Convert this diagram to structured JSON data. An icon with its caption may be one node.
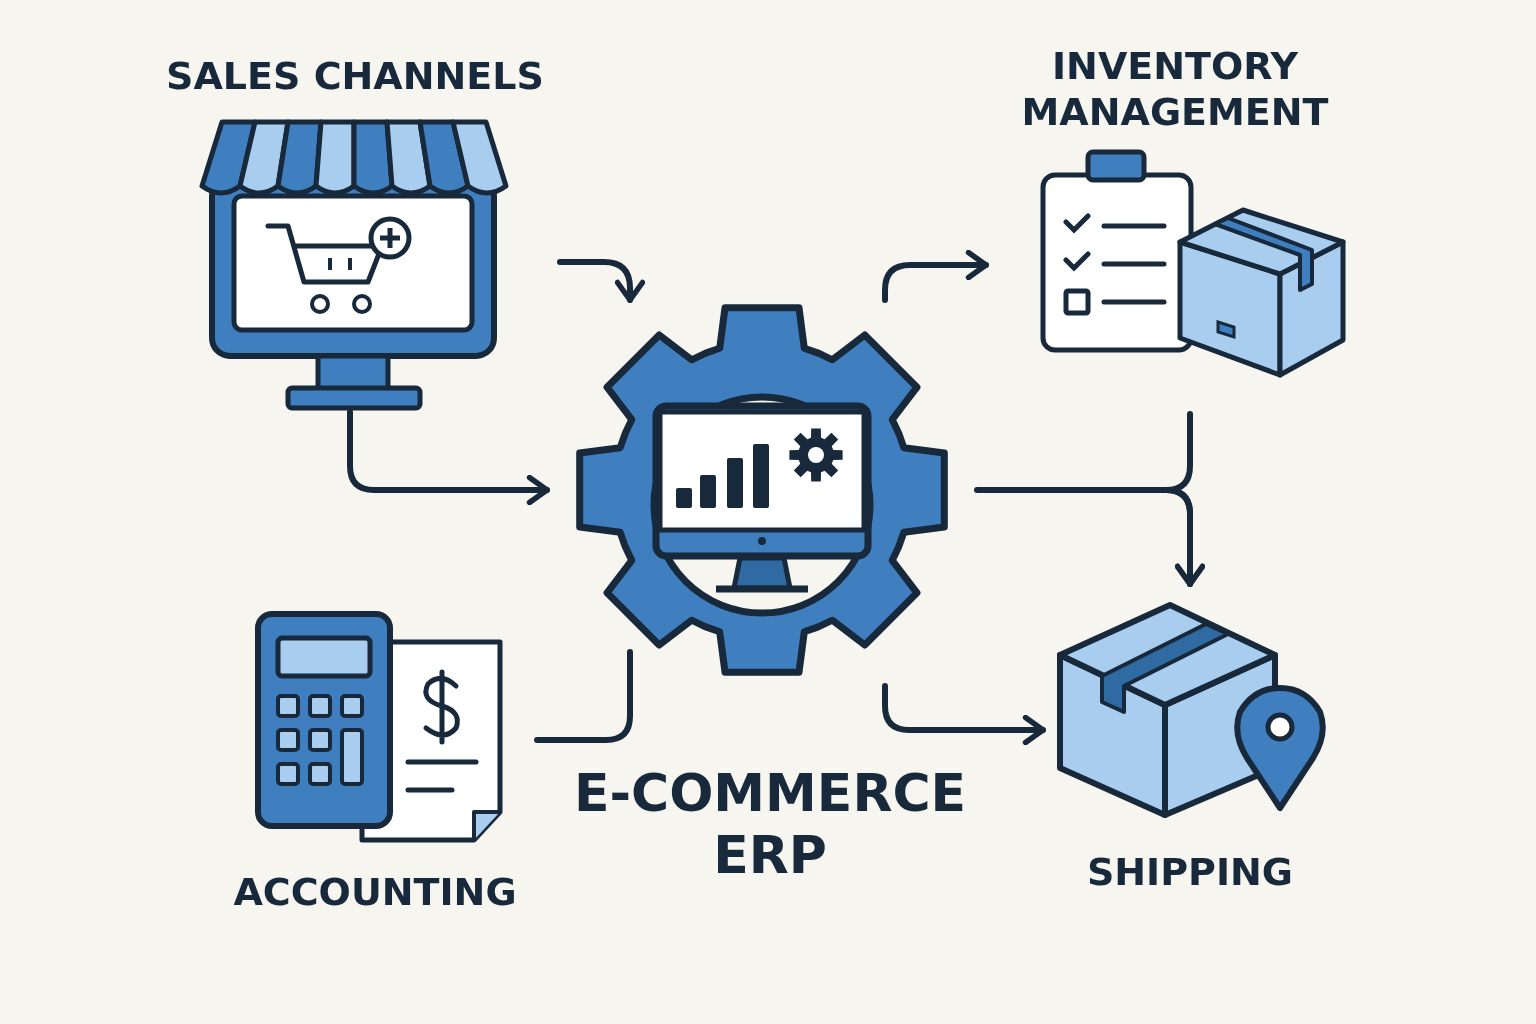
{
  "diagram": {
    "nodes": [
      {
        "text": [
          "SALES CHANNELS"
        ]
      },
      {
        "text": [
          "INVENTORY MANAGEMENT"
        ]
      },
      {
        "text": [
          "E-COMMERCE ERP"
        ]
      },
      {
        "text": [
          "ACCOUNTING"
        ]
      },
      {
        "text": [
          "SHIPPING"
        ]
      }
    ],
    "edges": [
      {
        "from": 0,
        "to": 2,
        "arrow": "to"
      },
      {
        "from": 0,
        "to": 2,
        "arrow": "to"
      },
      {
        "from": 2,
        "to": 1,
        "arrow": "to"
      },
      {
        "from": 2,
        "to": 4,
        "arrow": "to"
      },
      {
        "from": 1,
        "to": 4,
        "arrow": "to"
      },
      {
        "from": 3,
        "to": 2,
        "arrow": "none"
      },
      {
        "from": 2,
        "to": 4,
        "arrow": "to"
      }
    ]
  }
}
